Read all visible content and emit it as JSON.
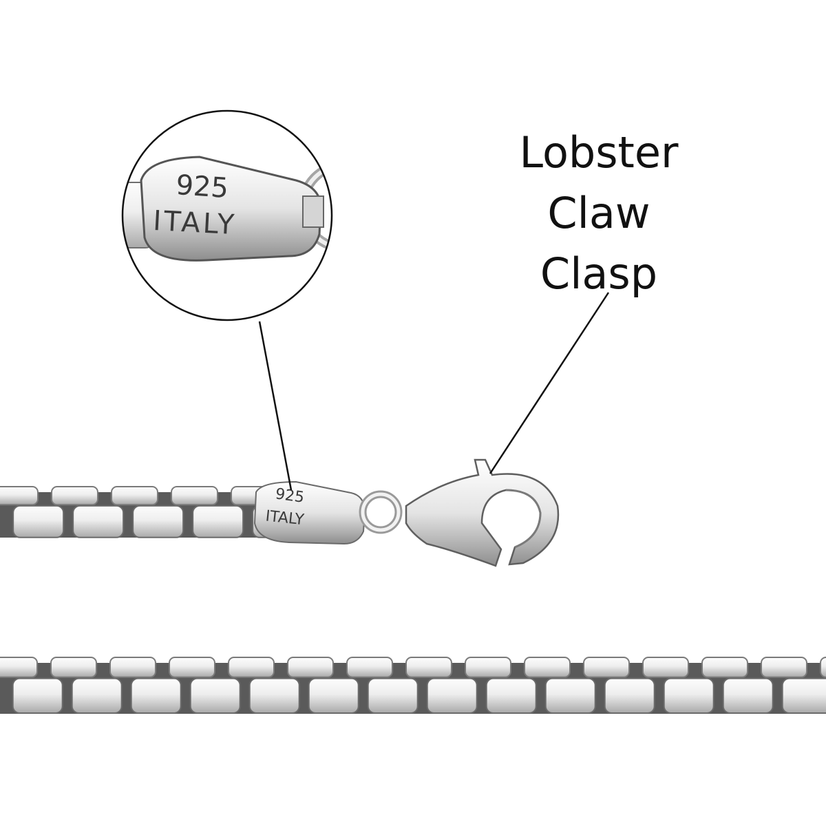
{
  "callout": {
    "lines": [
      "Lobster",
      "Claw",
      "Clasp"
    ]
  },
  "stamp": {
    "purity": "925",
    "origin": "ITALY"
  },
  "colors": {
    "metal_light": "#f4f4f4",
    "metal_mid": "#c9c9c9",
    "metal_dark": "#5b5b5b",
    "line": "#111111"
  }
}
